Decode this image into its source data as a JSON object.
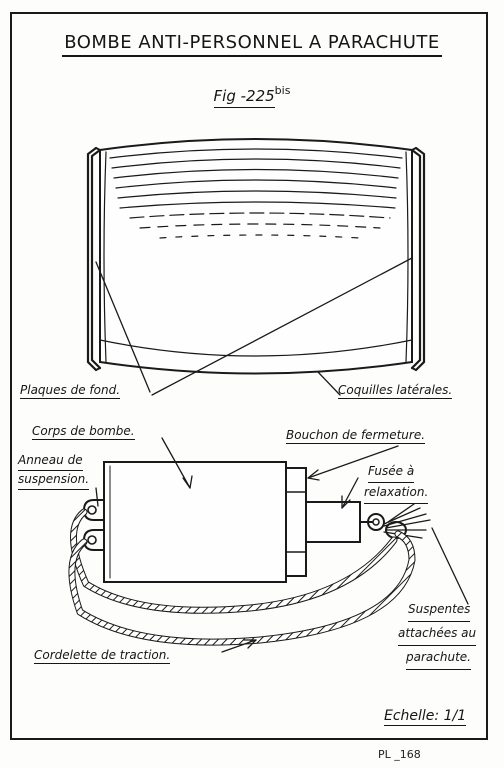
{
  "title": "BOMBE ANTI-PERSONNEL A PARACHUTE",
  "figure": {
    "label": "Fig -225",
    "suffix": "bis"
  },
  "labels": {
    "plaques": "Plaques de fond.",
    "coquilles": "Coquilles latérales.",
    "corps": "Corps de bombe.",
    "bouchon": "Bouchon de fermeture.",
    "anneau_1": "Anneau de",
    "anneau_2": "suspension.",
    "fusee_1": "Fusée à",
    "fusee_2": "relaxation.",
    "suspentes_1": "Suspentes",
    "suspentes_2": "attachées au",
    "suspentes_3": "parachute.",
    "cordelette": "Cordelette de traction."
  },
  "scale": "Echelle: 1/1",
  "plate_number": "PL _168"
}
